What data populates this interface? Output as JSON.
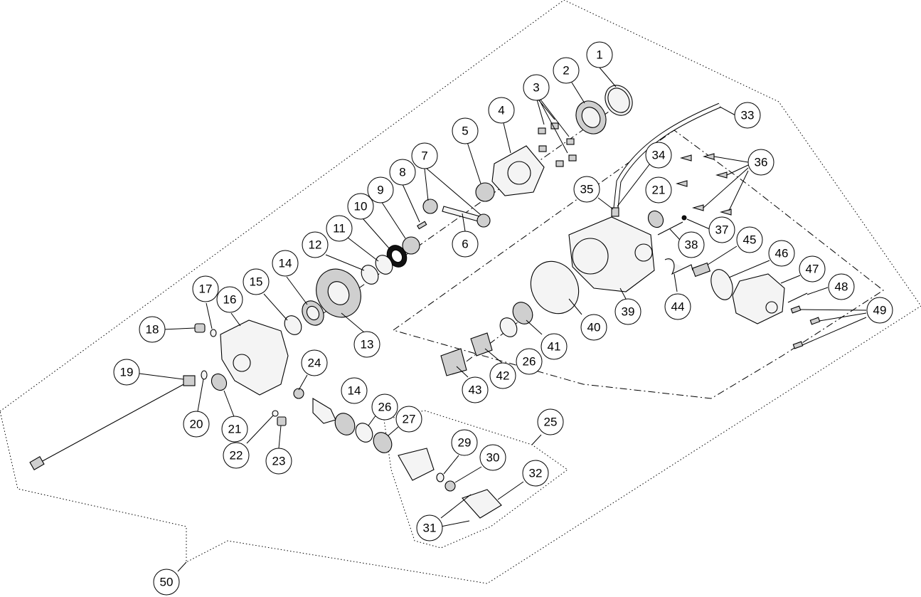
{
  "diagram": {
    "kind": "exploded-parts-view",
    "callouts": [
      "1",
      "2",
      "3",
      "4",
      "5",
      "6",
      "7",
      "8",
      "9",
      "10",
      "11",
      "12",
      "13",
      "14",
      "15",
      "16",
      "17",
      "18",
      "19",
      "20",
      "21",
      "22",
      "23",
      "24",
      "25",
      "26",
      "27",
      "29",
      "30",
      "31",
      "32",
      "33",
      "34",
      "35",
      "36",
      "37",
      "38",
      "39",
      "40",
      "41",
      "42",
      "43",
      "44",
      "45",
      "46",
      "47",
      "48",
      "49",
      "50"
    ]
  }
}
